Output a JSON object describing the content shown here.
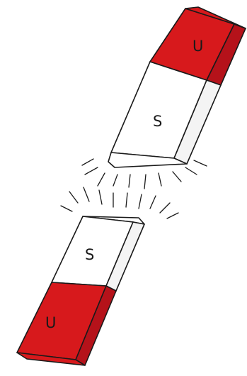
{
  "colors": {
    "north_pole": "#d7191c",
    "north_pole_side": "#b5121a",
    "south_pole": "#ffffff",
    "south_pole_side": "#f2f2f2",
    "outline": "#1a1a1a"
  },
  "upper_magnet": {
    "north_label": "U",
    "south_label": "S"
  },
  "lower_magnet": {
    "north_label": "U",
    "south_label": "S"
  }
}
